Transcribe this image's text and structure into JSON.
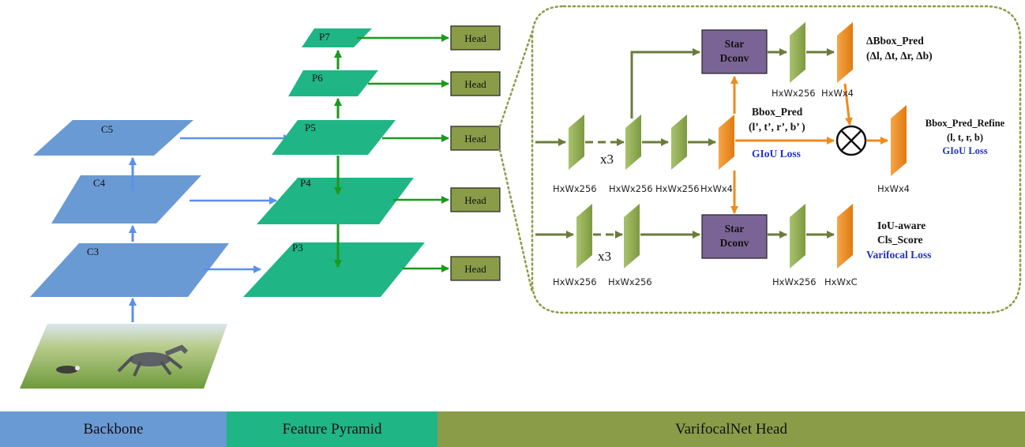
{
  "backbone": {
    "levels": [
      "C5",
      "C4",
      "C3"
    ]
  },
  "pyramid": {
    "levels": [
      "P7",
      "P6",
      "P5",
      "P4",
      "P3"
    ]
  },
  "head_label": "Head",
  "varifocal_head": {
    "star_dconv_line1": "Star",
    "star_dconv_line2": "Dconv",
    "repeat_label": "x3",
    "dims": {
      "c256": "HxWx256",
      "c4": "HxWx4",
      "cC": "HxWxC"
    },
    "delta_bbox_pred": {
      "line1": "ΔBbox_Pred",
      "line2": "(Δl, Δt, Δr, Δb)"
    },
    "bbox_pred": {
      "line1": "Bbox_Pred",
      "line2": "(l’, t’, r’, b’ )",
      "loss": "GIoU Loss"
    },
    "bbox_pred_refine": {
      "line1": "Bbox_Pred_Refine",
      "line2": "(l, t, r, b)",
      "loss": "GIoU Loss"
    },
    "cls_score": {
      "line1": "IoU-aware",
      "line2": "Cls_Score",
      "loss": "Varifocal Loss"
    }
  },
  "legend": {
    "backbone": "Backbone",
    "pyramid": "Feature Pyramid",
    "head": "VarifocalNet Head"
  },
  "colors": {
    "backbone": "#6a9ad4",
    "pyramid": "#20b585",
    "head": "#8a9c48",
    "head_box": "#8a9c48",
    "feature_map": "#8aa84e",
    "pred_map": "#ef8a1c",
    "star_dconv": "#7a6496",
    "blue_arrow": "#5a8ff0",
    "green_arrow": "#1a9a1a",
    "olive_arrow": "#6a7c3a",
    "orange_arrow": "#ef8a1c",
    "loss_text": "#2233cc"
  }
}
